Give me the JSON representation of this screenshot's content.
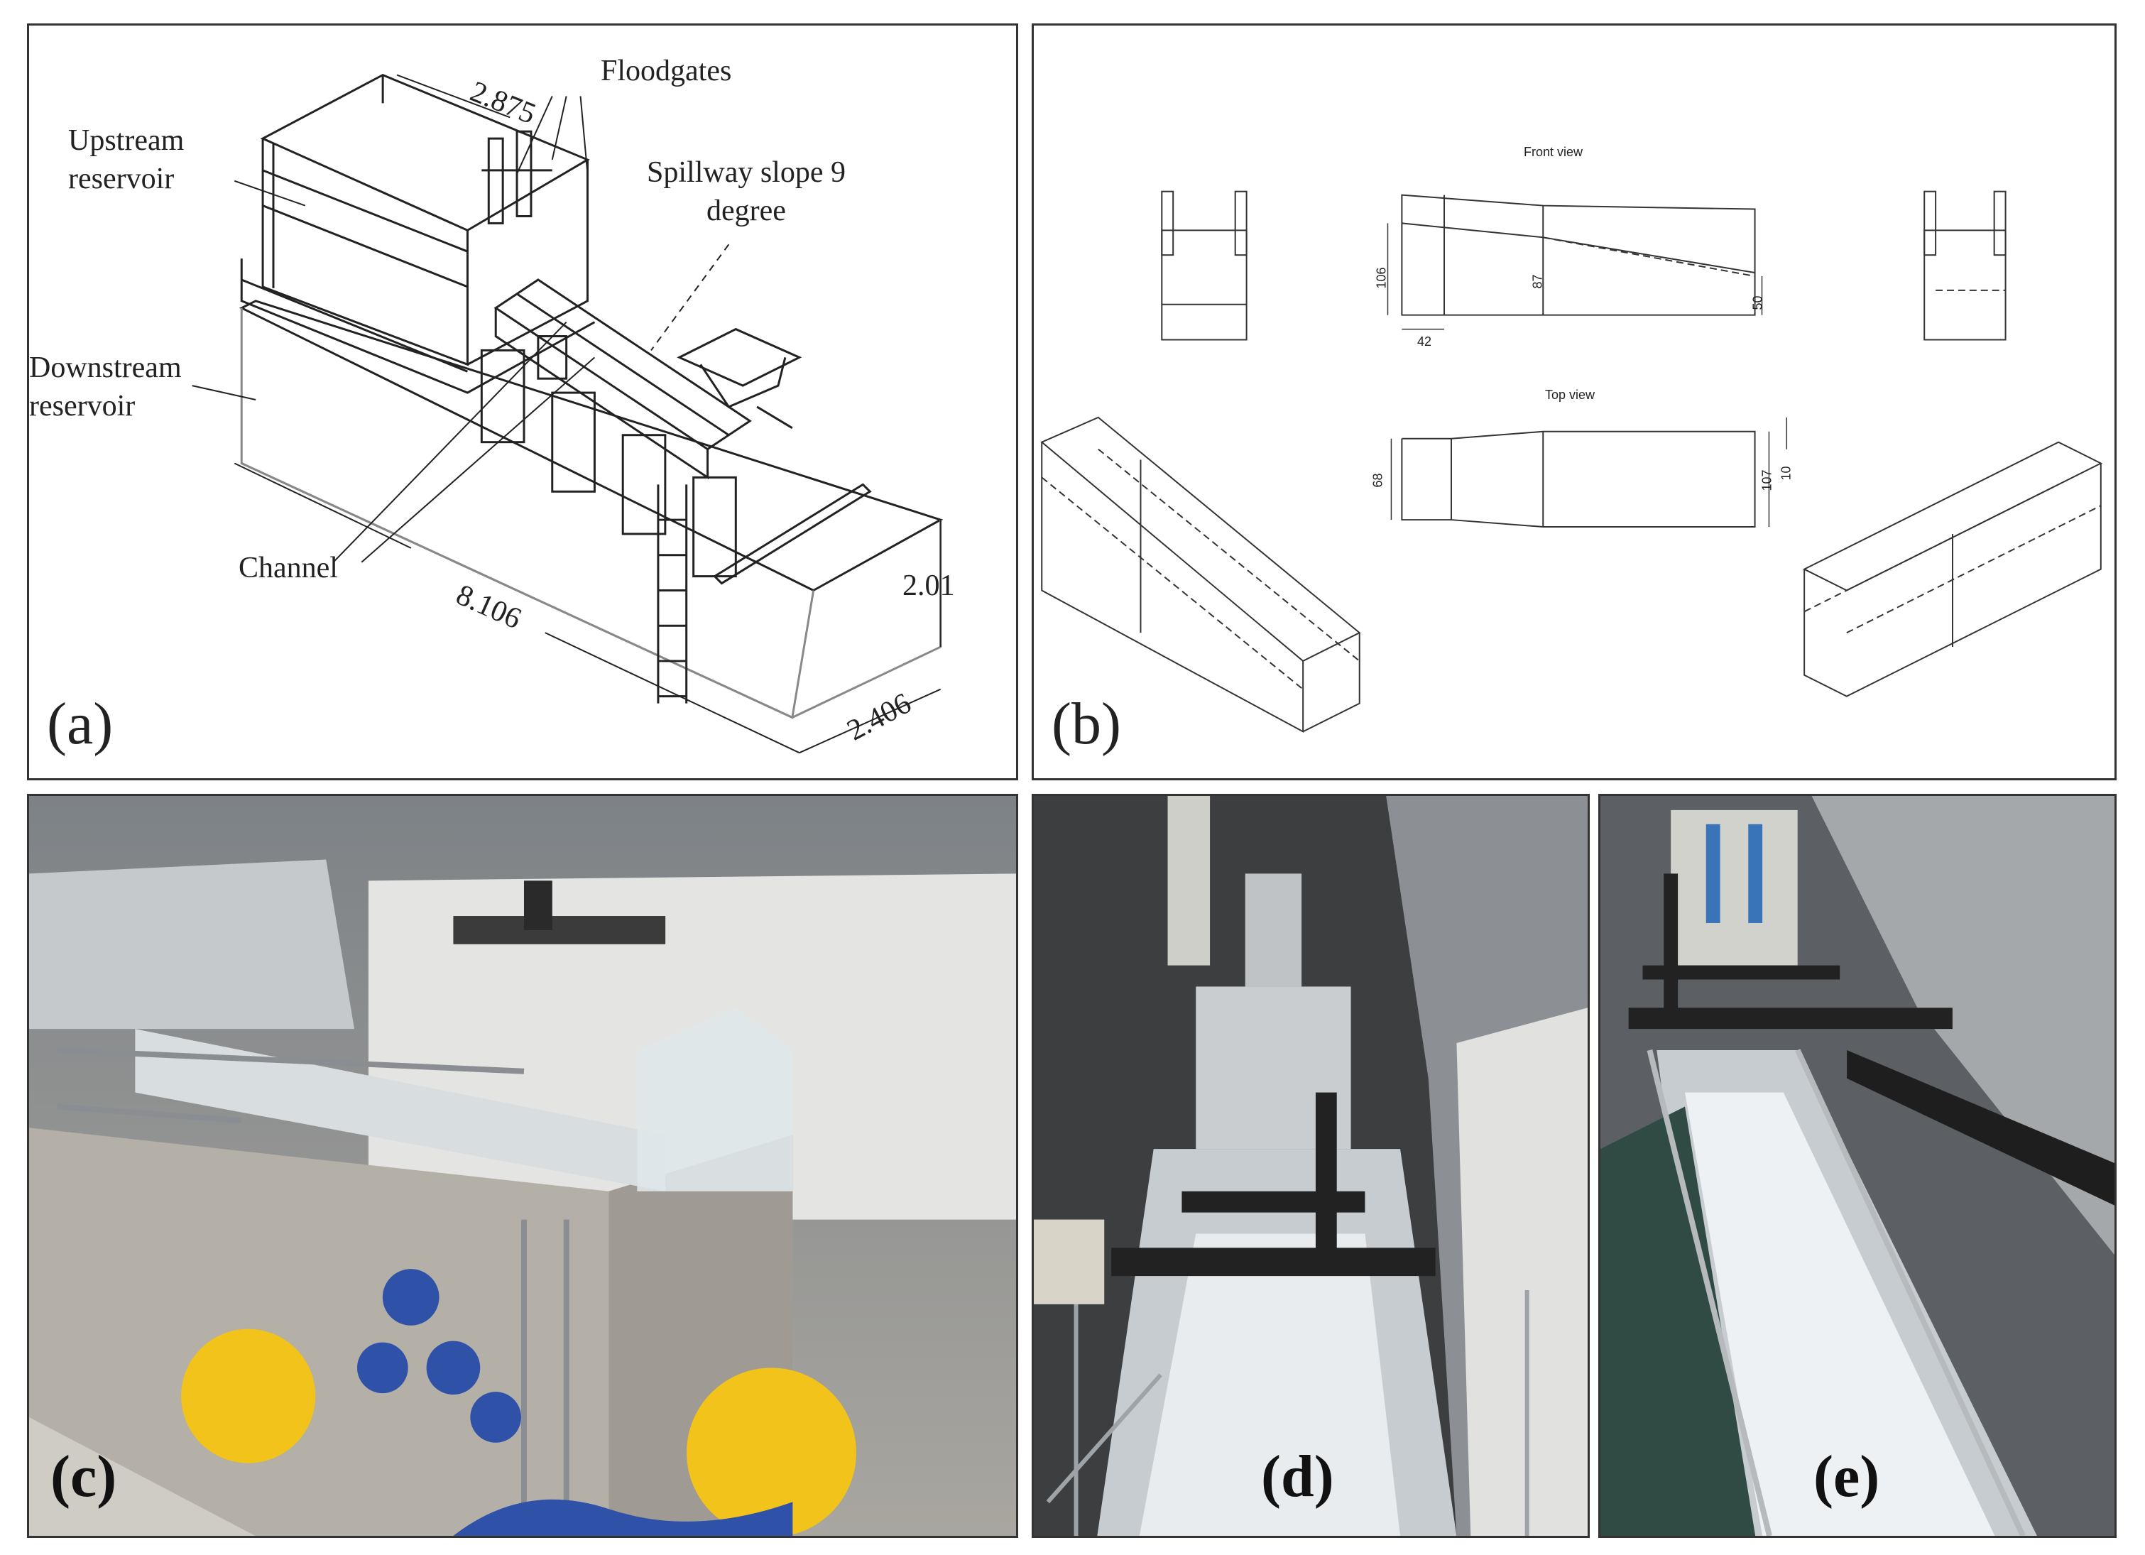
{
  "panel_a": {
    "label": "(a)",
    "upstream_reservoir": [
      "Upstream",
      "reservoir"
    ],
    "downstream_reservoir": [
      "Downstream",
      "reservoir"
    ],
    "floodgates": "Floodgates",
    "spillway": [
      "Spillway slope 9",
      "degree"
    ],
    "channel": "Channel",
    "dim_width_top": "2.875",
    "dim_length": "8.106",
    "dim_height": "2.01",
    "dim_width": "2.406"
  },
  "panel_b": {
    "label": "(b)",
    "front_view": "Front view",
    "top_view": "Top view",
    "dim_106": "106",
    "dim_87": "87",
    "dim_50": "50",
    "dim_42": "42",
    "dim_68": "68",
    "dim_107": "107",
    "dim_10": "10"
  },
  "panel_c": {
    "label": "(c)"
  },
  "panel_d": {
    "label": "(d)"
  },
  "panel_e": {
    "label": "(e)"
  }
}
